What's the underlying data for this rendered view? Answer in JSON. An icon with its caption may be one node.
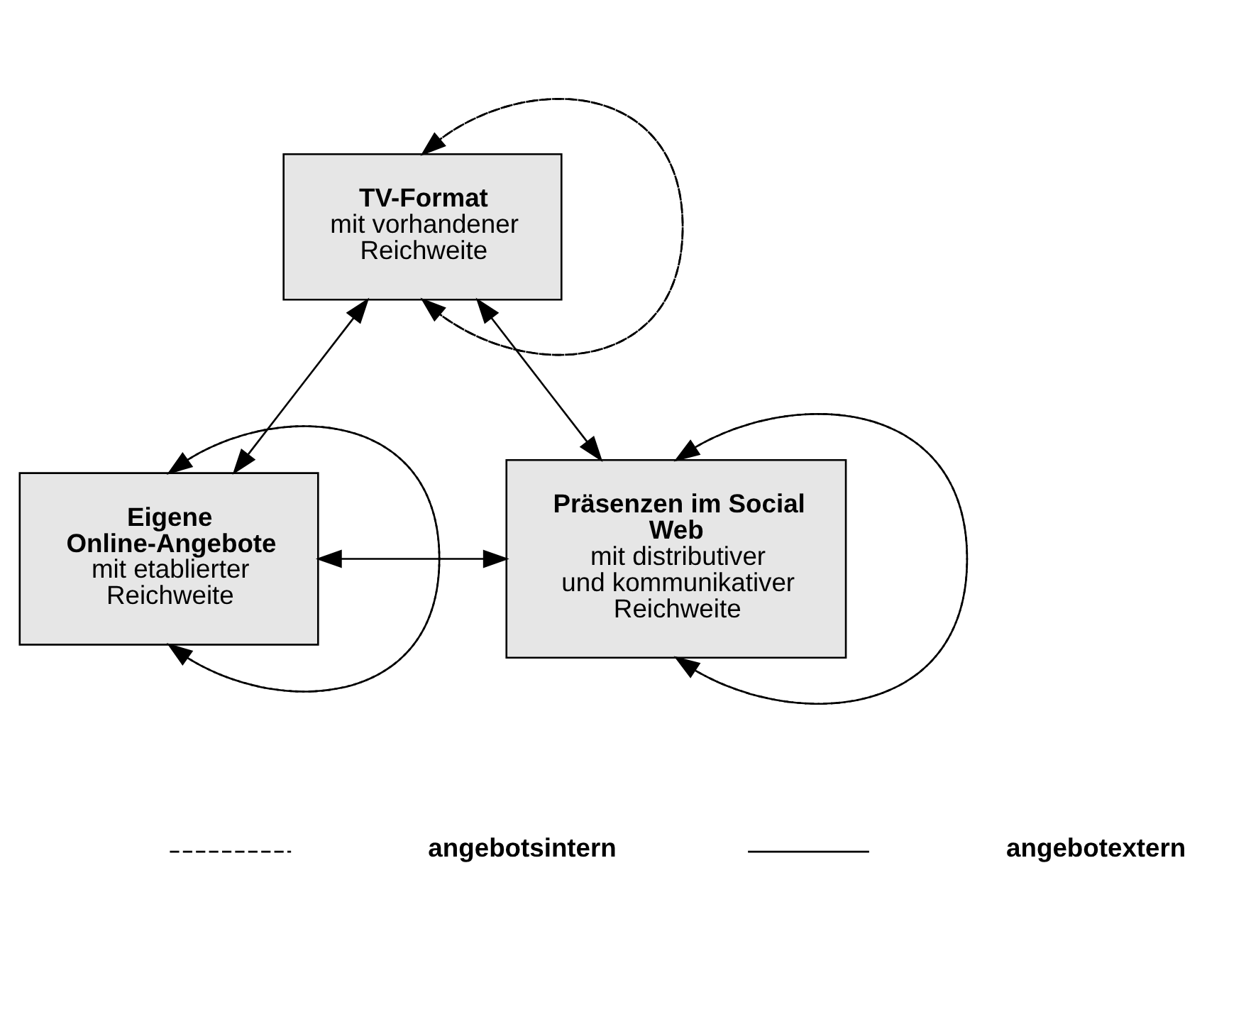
{
  "diagram": {
    "nodes": [
      {
        "text": [
          "TV-Format",
          "mit vorhandener Reichweite"
        ]
      },
      {
        "text": [
          "Eigene Online-Angebote",
          "mit etablierter Reichweite"
        ]
      },
      {
        "text": [
          "Präsenzen im Social Web",
          "mit distributiver und kommunikativer Reichweite"
        ]
      }
    ],
    "edges": [
      {
        "from": 0,
        "to": 1,
        "arrow": "both"
      },
      {
        "from": 0,
        "to": 2,
        "arrow": "both"
      },
      {
        "from": 1,
        "to": 2,
        "arrow": "both"
      },
      {
        "from": 0,
        "to": 0,
        "arrow": "to",
        "style": "dashed"
      },
      {
        "from": 0,
        "to": 0,
        "arrow": "to",
        "style": "dashed"
      },
      {
        "from": 1,
        "to": 1,
        "arrow": "to",
        "style": "dashed"
      },
      {
        "from": 1,
        "to": 1,
        "arrow": "to",
        "style": "dashed"
      },
      {
        "from": 2,
        "to": 2,
        "arrow": "to",
        "style": "dashed"
      },
      {
        "from": 2,
        "to": 2,
        "arrow": "to",
        "style": "dashed"
      }
    ],
    "legend": [
      {
        "text": "angebotsintern"
      },
      {
        "text": "angebotextern"
      }
    ]
  }
}
